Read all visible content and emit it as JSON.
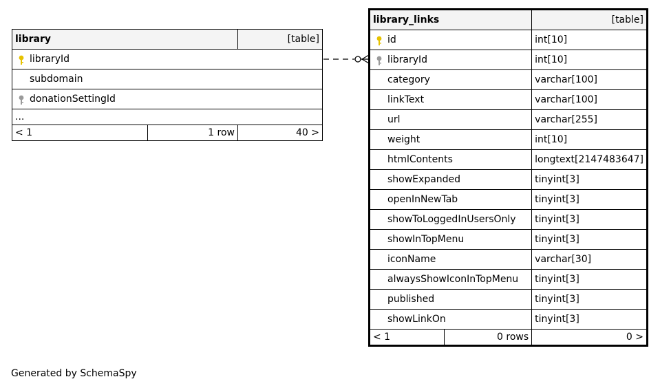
{
  "library": {
    "name": "library",
    "kind": "[table]",
    "columns": [
      {
        "name": "libraryId",
        "key": "primary"
      },
      {
        "name": "subdomain",
        "key": ""
      },
      {
        "name": "donationSettingId",
        "key": "foreign"
      }
    ],
    "ellipsis": "...",
    "footer": {
      "left": "< 1",
      "middle": "1 row",
      "right": "40 >"
    }
  },
  "library_links": {
    "name": "library_links",
    "kind": "[table]",
    "columns": [
      {
        "name": "id",
        "type": "int[10]",
        "key": "primary"
      },
      {
        "name": "libraryId",
        "type": "int[10]",
        "key": "foreign"
      },
      {
        "name": "category",
        "type": "varchar[100]",
        "key": ""
      },
      {
        "name": "linkText",
        "type": "varchar[100]",
        "key": ""
      },
      {
        "name": "url",
        "type": "varchar[255]",
        "key": ""
      },
      {
        "name": "weight",
        "type": "int[10]",
        "key": ""
      },
      {
        "name": "htmlContents",
        "type": "longtext[2147483647]",
        "key": ""
      },
      {
        "name": "showExpanded",
        "type": "tinyint[3]",
        "key": ""
      },
      {
        "name": "openInNewTab",
        "type": "tinyint[3]",
        "key": ""
      },
      {
        "name": "showToLoggedInUsersOnly",
        "type": "tinyint[3]",
        "key": ""
      },
      {
        "name": "showInTopMenu",
        "type": "tinyint[3]",
        "key": ""
      },
      {
        "name": "iconName",
        "type": "varchar[30]",
        "key": ""
      },
      {
        "name": "alwaysShowIconInTopMenu",
        "type": "tinyint[3]",
        "key": ""
      },
      {
        "name": "published",
        "type": "tinyint[3]",
        "key": ""
      },
      {
        "name": "showLinkOn",
        "type": "tinyint[3]",
        "key": ""
      }
    ],
    "footer": {
      "left": "< 1",
      "middle": "0 rows",
      "right": "0 >"
    }
  },
  "colors": {
    "primary_key": "#e6c200",
    "foreign_key": "#9a9a9a",
    "header_bg": "#f4f4f4"
  },
  "generated_by": "Generated by SchemaSpy"
}
